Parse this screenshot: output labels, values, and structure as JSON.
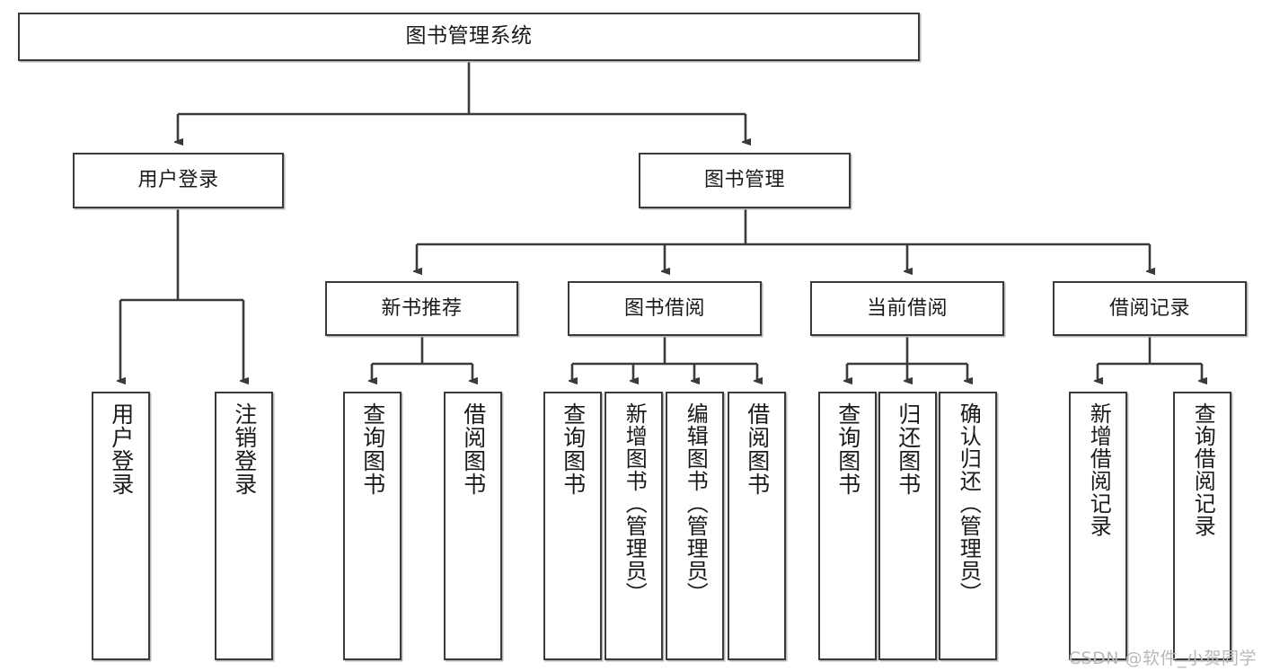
{
  "diagram": {
    "type": "tree",
    "title": "图书管理系统",
    "watermark": "CSDN @软件_小贺同学",
    "colors": {
      "stroke": "#3a3a3a",
      "fill": "#ffffff",
      "text": "#1a1a1a",
      "watermark": "#b9b9b9"
    },
    "nodes": {
      "root": {
        "label": "图书管理系统"
      },
      "level2": [
        {
          "id": "user-login",
          "label": "用户登录"
        },
        {
          "id": "book-management",
          "label": "图书管理"
        }
      ],
      "level3": [
        {
          "id": "new-book-recommend",
          "label": "新书推荐"
        },
        {
          "id": "book-borrow",
          "label": "图书借阅"
        },
        {
          "id": "current-borrow",
          "label": "当前借阅"
        },
        {
          "id": "borrow-record",
          "label": "借阅记录"
        }
      ],
      "leaves": {
        "user-login": [
          {
            "id": "leaf-user-login",
            "label": "用户登录"
          },
          {
            "id": "leaf-logout",
            "label": "注销登录"
          }
        ],
        "new-book-recommend": [
          {
            "id": "leaf-query-book-1",
            "label": "查询图书"
          },
          {
            "id": "leaf-borrow-book-1",
            "label": "借阅图书"
          }
        ],
        "book-borrow": [
          {
            "id": "leaf-query-book-2",
            "label": "查询图书"
          },
          {
            "id": "leaf-add-book",
            "label": "新增图书（管理员）"
          },
          {
            "id": "leaf-edit-book",
            "label": "编辑图书（管理员）"
          },
          {
            "id": "leaf-borrow-book-2",
            "label": "借阅图书"
          }
        ],
        "current-borrow": [
          {
            "id": "leaf-query-book-3",
            "label": "查询图书"
          },
          {
            "id": "leaf-return-book",
            "label": "归还图书"
          },
          {
            "id": "leaf-confirm-return",
            "label": "确认归还（管理员）"
          }
        ],
        "borrow-record": [
          {
            "id": "leaf-add-record",
            "label": "新增借阅记录"
          },
          {
            "id": "leaf-query-record",
            "label": "查询借阅记录"
          }
        ]
      }
    }
  }
}
